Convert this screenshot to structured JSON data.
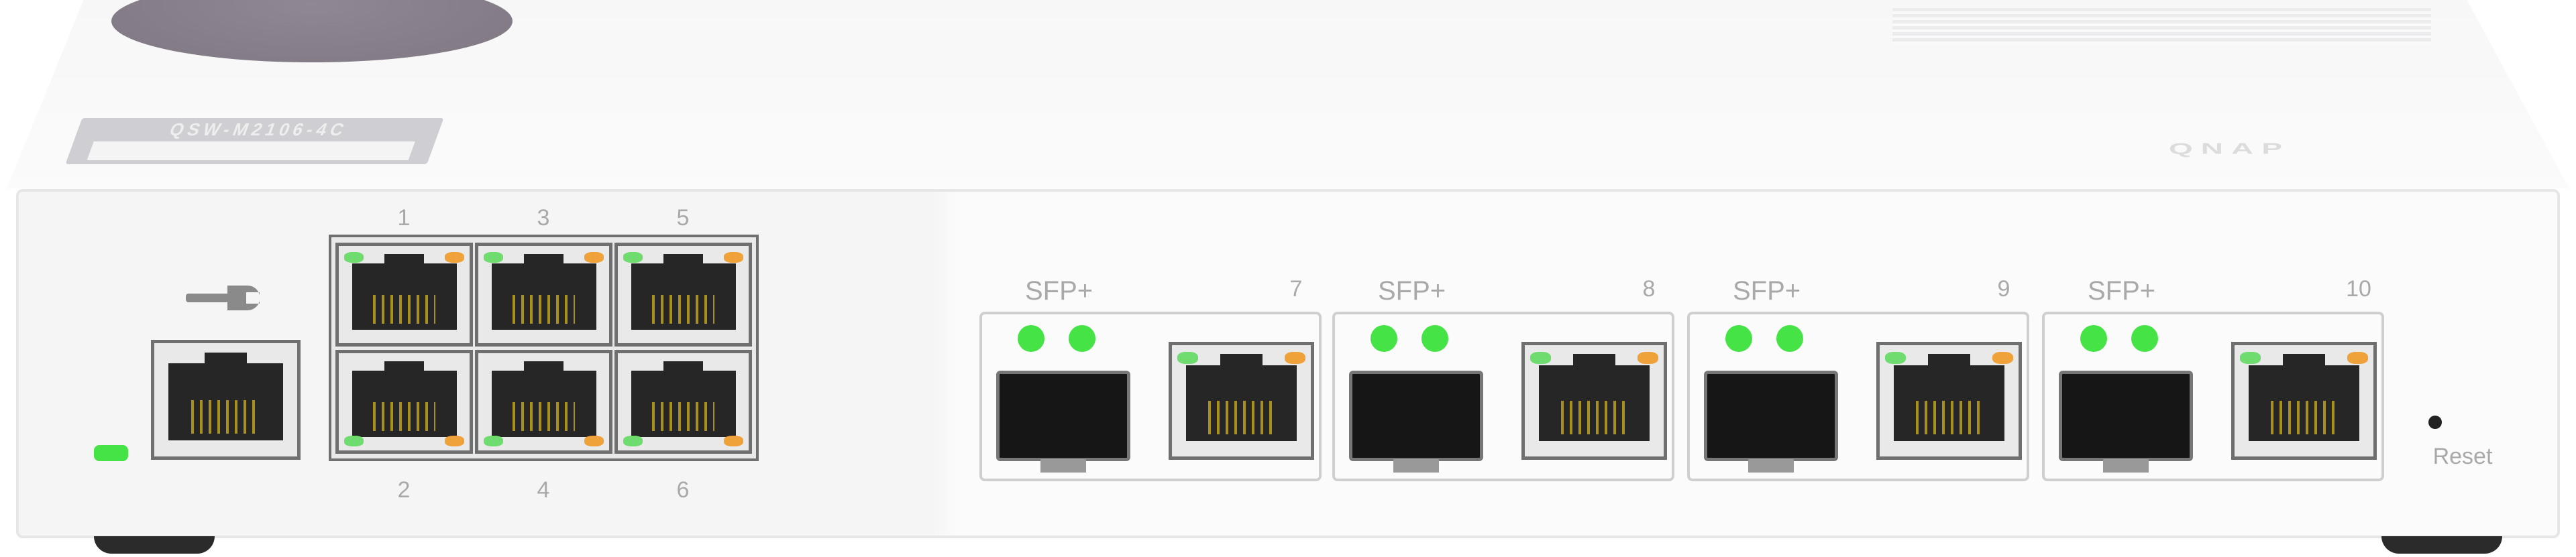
{
  "device": {
    "brand_logo": "QNAP",
    "model_label": "QSW-M2106-4C",
    "colors": {
      "body": "#f7f7f8",
      "link_led": "#45e346",
      "activity_led": "#f0a23a",
      "pins": "#a8901c"
    },
    "management": {
      "icon": "wrench-icon",
      "power_led": "on"
    },
    "rj45_top": [
      "1",
      "3",
      "5"
    ],
    "rj45_bottom": [
      "2",
      "4",
      "6"
    ],
    "combo_ports": [
      {
        "sfp_label": "SFP+",
        "number": "7"
      },
      {
        "sfp_label": "SFP+",
        "number": "8"
      },
      {
        "sfp_label": "SFP+",
        "number": "9"
      },
      {
        "sfp_label": "SFP+",
        "number": "10"
      }
    ],
    "reset_label": "Reset"
  }
}
